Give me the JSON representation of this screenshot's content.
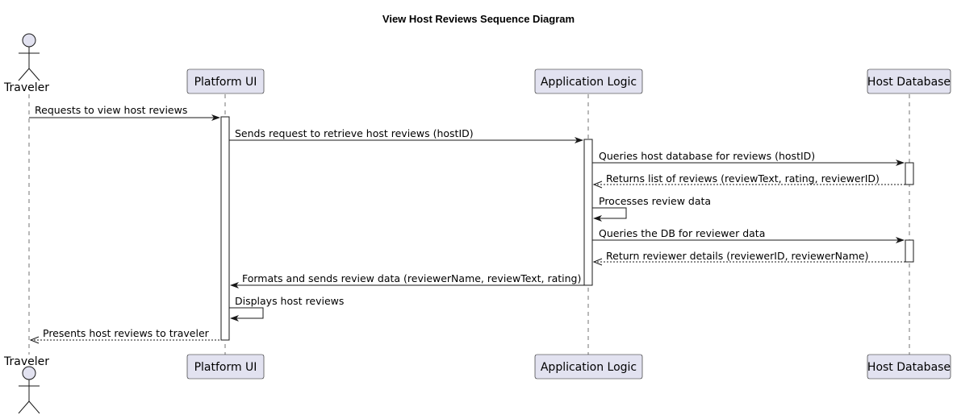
{
  "diagram": {
    "title": "View Host Reviews Sequence Diagram",
    "participants": {
      "traveler": "Traveler",
      "platform_ui": "Platform UI",
      "app_logic": "Application Logic",
      "host_db": "Host Database"
    },
    "messages": [
      {
        "from": "traveler",
        "to": "platform_ui",
        "text": "Requests to view host reviews",
        "style": "solid"
      },
      {
        "from": "platform_ui",
        "to": "app_logic",
        "text": "Sends request to retrieve host reviews (hostID)",
        "style": "solid"
      },
      {
        "from": "app_logic",
        "to": "host_db",
        "text": "Queries host database for reviews (hostID)",
        "style": "solid"
      },
      {
        "from": "host_db",
        "to": "app_logic",
        "text": "Returns list of reviews (reviewText, rating, reviewerID)",
        "style": "dashed"
      },
      {
        "from": "app_logic",
        "to": "app_logic",
        "text": "Processes review data",
        "style": "self"
      },
      {
        "from": "app_logic",
        "to": "host_db",
        "text": "Queries the DB for reviewer data",
        "style": "solid"
      },
      {
        "from": "host_db",
        "to": "app_logic",
        "text": "Return reviewer details (reviewerID, reviewerName)",
        "style": "dashed"
      },
      {
        "from": "app_logic",
        "to": "platform_ui",
        "text": "Formats and sends review data (reviewerName, reviewText, rating)",
        "style": "solid"
      },
      {
        "from": "platform_ui",
        "to": "platform_ui",
        "text": "Displays host reviews",
        "style": "self"
      },
      {
        "from": "platform_ui",
        "to": "traveler",
        "text": "Presents host reviews to traveler",
        "style": "dashed"
      }
    ],
    "colors": {
      "participant_fill": "#e2e2f0",
      "stroke": "#181818"
    }
  }
}
